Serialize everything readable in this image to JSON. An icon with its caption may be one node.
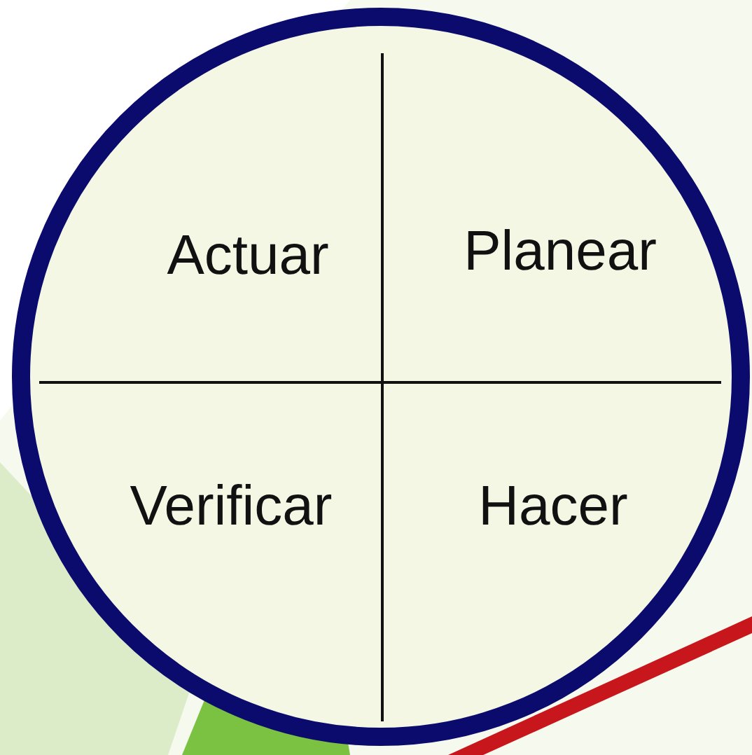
{
  "diagram": {
    "nodes": [
      {
        "text": [],
        "shape": "circle"
      },
      {
        "text": [
          "Actuar"
        ],
        "in": 0
      },
      {
        "text": [
          "Planear"
        ],
        "in": 0
      },
      {
        "text": [
          "Verificar"
        ],
        "in": 0
      },
      {
        "text": [
          "Hacer"
        ],
        "in": 0
      }
    ]
  }
}
